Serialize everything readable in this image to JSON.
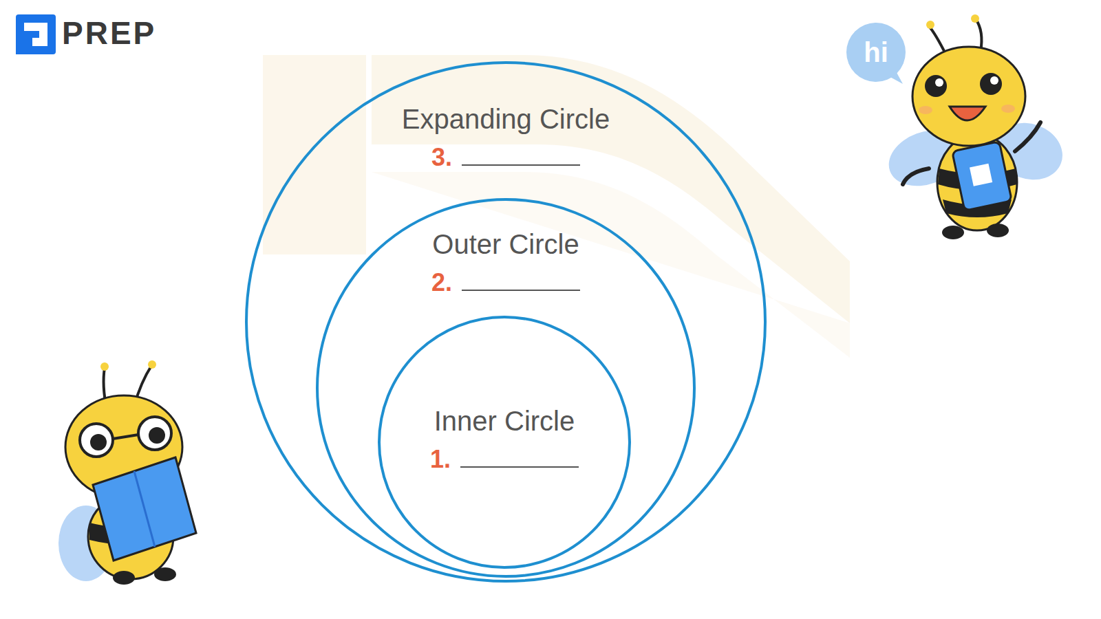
{
  "diagram": {
    "nodes": [
      {
        "text": [
          "Expanding Circle",
          "3."
        ]
      },
      {
        "text": [
          "Outer Circle",
          "2."
        ],
        "in": 0
      },
      {
        "text": [
          "Inner Circle",
          "1."
        ],
        "in": 1
      }
    ],
    "labels": [
      "PREP",
      "hi"
    ]
  }
}
